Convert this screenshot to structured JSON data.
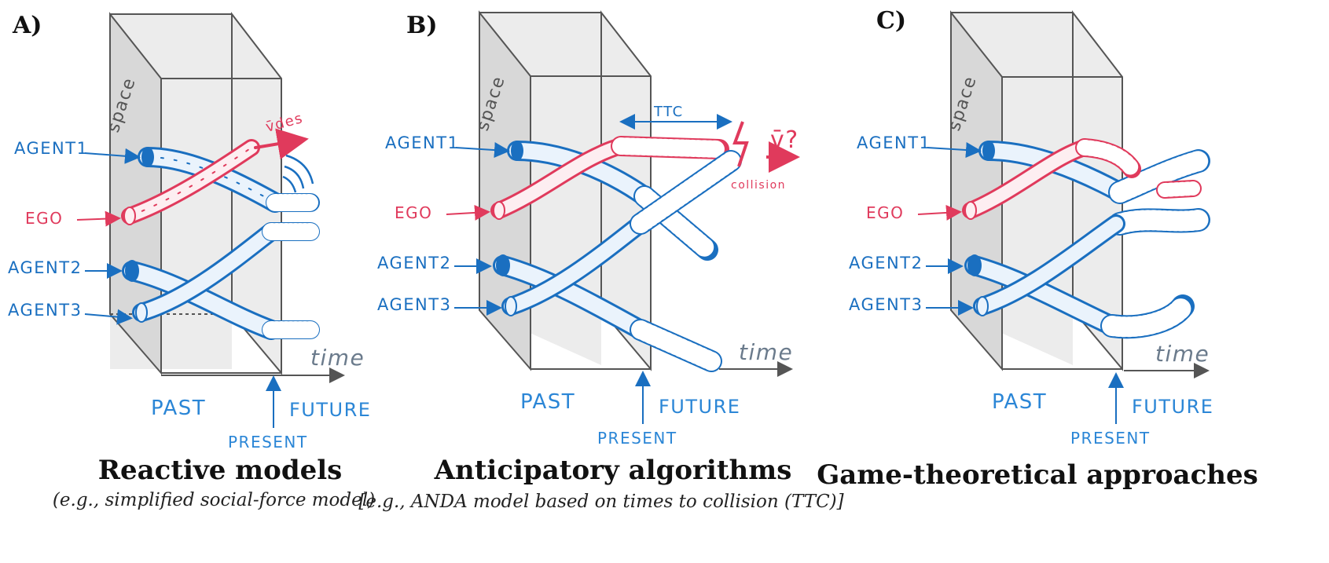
{
  "panels": [
    {
      "letter": "A)",
      "title": "Reactive models",
      "subtitle": "(e.g., simplified social-force model)",
      "labels": {
        "agent1": "AGENT1",
        "ego": "EGO",
        "agent2": "AGENT2",
        "agent3": "AGENT3",
        "time": "time",
        "past": "PAST",
        "future": "FUTURE",
        "present": "PRESENT",
        "space": "space",
        "vdes": "v̄des"
      }
    },
    {
      "letter": "B)",
      "title": "Anticipatory algorithms",
      "subtitle": "[e.g., ANDA model based on times to collision (TTC)]",
      "labels": {
        "agent1": "AGENT1",
        "ego": "EGO",
        "agent2": "AGENT2",
        "agent3": "AGENT3",
        "time": "time",
        "past": "PAST",
        "future": "FUTURE",
        "present": "PRESENT",
        "space": "space",
        "ttc": "TTC",
        "collision": "collision",
        "vq": "v̄?"
      }
    },
    {
      "letter": "C)",
      "title": "Game-theoretical approaches",
      "subtitle": "",
      "labels": {
        "agent1": "AGENT1",
        "ego": "EGO",
        "agent2": "AGENT2",
        "agent3": "AGENT3",
        "time": "time",
        "past": "PAST",
        "future": "FUTURE",
        "present": "PRESENT",
        "space": "space"
      }
    }
  ],
  "colors": {
    "agent": "#1a6fc0",
    "ego": "#e03a5c",
    "box": "#555555",
    "time": "#6b7b8c",
    "label": "#2b86d6"
  }
}
